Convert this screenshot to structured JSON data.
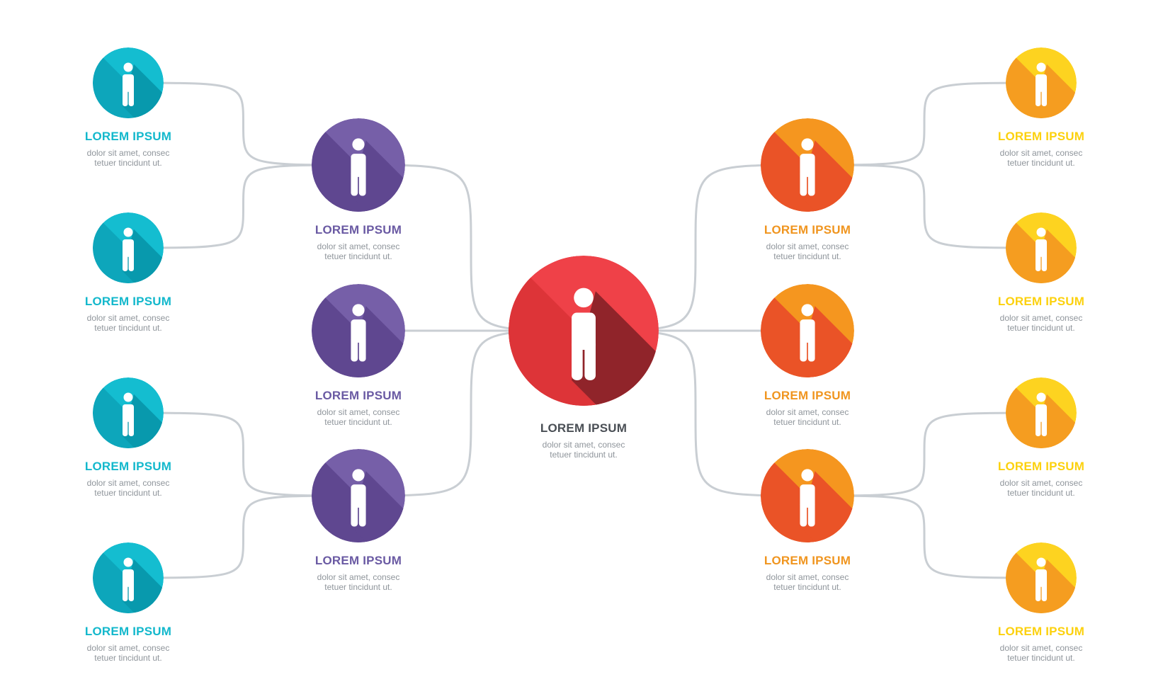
{
  "colors": {
    "connector": "#c9ced3",
    "description_text": "#8f959b",
    "center": {
      "base": "#ef4148",
      "dark": "#dd3438",
      "shadow": "#90242a",
      "title": "#4a4f55"
    },
    "purple": {
      "base": "#765fa8",
      "dark": "#5f4790",
      "shadow": "#5f4790",
      "title": "#6a5aa3"
    },
    "orange": {
      "base": "#f5961f",
      "dark": "#ea5327",
      "shadow": "#ea5327",
      "title": "#f0951f"
    },
    "teal": {
      "base": "#14bdd0",
      "dark": "#0da6bb",
      "shadow": "#0899ad",
      "title": "#13b8cc"
    },
    "yellow": {
      "base": "#fdd320",
      "dark": "#f59d20",
      "shadow": "#f59d20",
      "title": "#fcd10e"
    }
  },
  "icon": "person-icon",
  "nodes": [
    {
      "id": "center",
      "tier": "center",
      "title": "LOREM IPSUM",
      "desc": [
        "dolor sit amet, consec",
        "tetuer tincidunt ut."
      ]
    },
    {
      "id": "purple-1",
      "tier": "purple",
      "title": "LOREM IPSUM",
      "desc": [
        "dolor sit amet, consec",
        "tetuer tincidunt ut."
      ]
    },
    {
      "id": "purple-2",
      "tier": "purple",
      "title": "LOREM IPSUM",
      "desc": [
        "dolor sit amet, consec",
        "tetuer tincidunt ut."
      ]
    },
    {
      "id": "purple-3",
      "tier": "purple",
      "title": "LOREM IPSUM",
      "desc": [
        "dolor sit amet, consec",
        "tetuer tincidunt ut."
      ]
    },
    {
      "id": "orange-1",
      "tier": "orange",
      "title": "LOREM IPSUM",
      "desc": [
        "dolor sit amet, consec",
        "tetuer tincidunt ut."
      ]
    },
    {
      "id": "orange-2",
      "tier": "orange",
      "title": "LOREM IPSUM",
      "desc": [
        "dolor sit amet, consec",
        "tetuer tincidunt ut."
      ]
    },
    {
      "id": "orange-3",
      "tier": "orange",
      "title": "LOREM IPSUM",
      "desc": [
        "dolor sit amet, consec",
        "tetuer tincidunt ut."
      ]
    },
    {
      "id": "teal-1",
      "tier": "teal",
      "title": "LOREM IPSUM",
      "desc": [
        "dolor sit amet, consec",
        "tetuer tincidunt ut."
      ]
    },
    {
      "id": "teal-2",
      "tier": "teal",
      "title": "LOREM IPSUM",
      "desc": [
        "dolor sit amet, consec",
        "tetuer tincidunt ut."
      ]
    },
    {
      "id": "teal-3",
      "tier": "teal",
      "title": "LOREM IPSUM",
      "desc": [
        "dolor sit amet, consec",
        "tetuer tincidunt ut."
      ]
    },
    {
      "id": "teal-4",
      "tier": "teal",
      "title": "LOREM IPSUM",
      "desc": [
        "dolor sit amet, consec",
        "tetuer tincidunt ut."
      ]
    },
    {
      "id": "yellow-1",
      "tier": "yellow",
      "title": "LOREM IPSUM",
      "desc": [
        "dolor sit amet, consec",
        "tetuer tincidunt ut."
      ]
    },
    {
      "id": "yellow-2",
      "tier": "yellow",
      "title": "LOREM IPSUM",
      "desc": [
        "dolor sit amet, consec",
        "tetuer tincidunt ut."
      ]
    },
    {
      "id": "yellow-3",
      "tier": "yellow",
      "title": "LOREM IPSUM",
      "desc": [
        "dolor sit amet, consec",
        "tetuer tincidunt ut."
      ]
    },
    {
      "id": "yellow-4",
      "tier": "yellow",
      "title": "LOREM IPSUM",
      "desc": [
        "dolor sit amet, consec",
        "tetuer tincidunt ut."
      ]
    }
  ],
  "links": [
    [
      "center",
      "purple-1"
    ],
    [
      "center",
      "purple-2"
    ],
    [
      "center",
      "purple-3"
    ],
    [
      "center",
      "orange-1"
    ],
    [
      "center",
      "orange-2"
    ],
    [
      "center",
      "orange-3"
    ],
    [
      "purple-1",
      "teal-1"
    ],
    [
      "purple-1",
      "teal-2"
    ],
    [
      "purple-3",
      "teal-3"
    ],
    [
      "purple-3",
      "teal-4"
    ],
    [
      "orange-1",
      "yellow-1"
    ],
    [
      "orange-1",
      "yellow-2"
    ],
    [
      "orange-3",
      "yellow-3"
    ],
    [
      "orange-3",
      "yellow-4"
    ]
  ]
}
